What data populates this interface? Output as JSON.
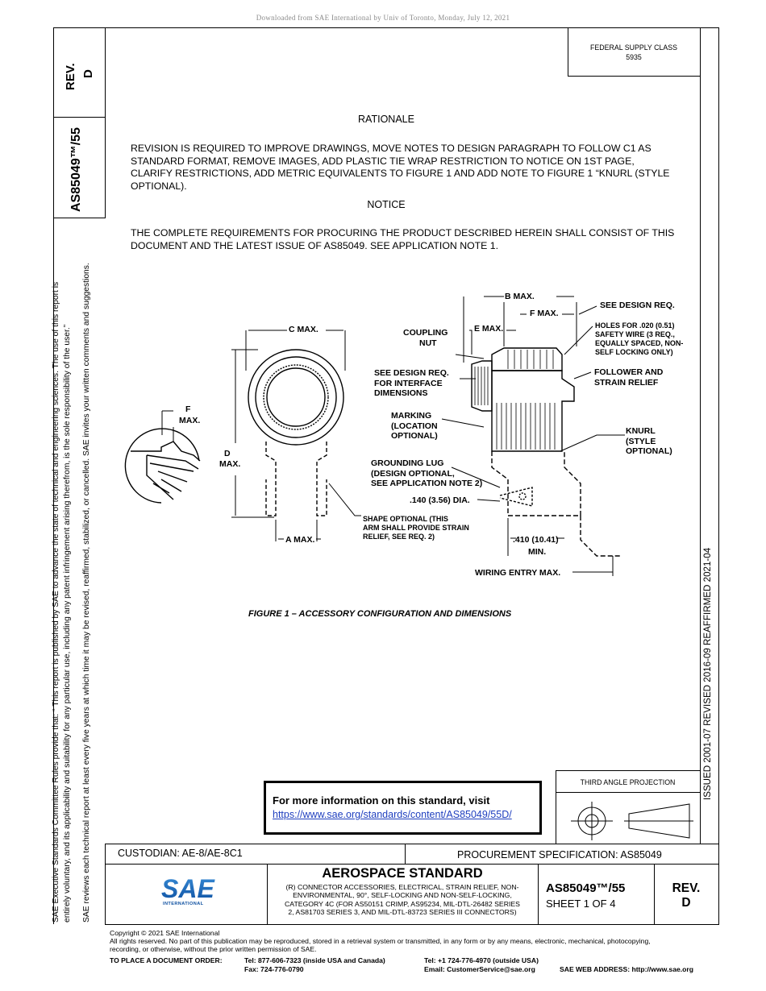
{
  "download_notice": "Downloaded from SAE International by Univ of Toronto, Monday, July 12, 2021",
  "left_margin": {
    "rev_label": "REV.",
    "rev_value": "D",
    "doc_number": "AS85049™/55",
    "policy_line1": "SAE Executive Standards Committee Rules provide that: “  This report is published by SAE to advance the state of technical and engineering sciences. The use of this report is",
    "policy_line2": "entirely voluntary, and its applicability and suitability for any particular use, including any patent infringement arising therefrom, is the sole responsibility of the user.”",
    "policy_line3": "SAE reviews each technical report at least every five years at which time it may be revised, reaffirmed, stabilized, or cancelled. SAE invites your written comments and suggestions."
  },
  "right_margin": {
    "dates": "ISSUED 2001-07     REVISED 2016-09     REAFFIRMED 2021-04"
  },
  "federal_supply": {
    "label": "FEDERAL SUPPLY CLASS",
    "value": "5935"
  },
  "rationale": {
    "heading": "RATIONALE",
    "lines": [
      "REVISION IS REQUIRED TO IMPROVE DRAWINGS, MOVE NOTES TO DESIGN PARAGRAPH TO FOLLOW C1 AS",
      "STANDARD FORMAT, REMOVE IMAGES, ADD PLASTIC TIE WRAP RESTRICTION TO NOTICE ON 1ST PAGE,",
      "CLARIFY RESTRICTIONS, ADD METRIC EQUIVALENTS TO FIGURE 1 AND ADD NOTE TO FIGURE 1 “KNURL (STYLE",
      "OPTIONAL)."
    ]
  },
  "notice": {
    "heading": "NOTICE",
    "lines": [
      "THE COMPLETE REQUIREMENTS FOR PROCURING THE PRODUCT DESCRIBED HEREIN SHALL CONSIST OF THIS",
      "DOCUMENT AND THE LATEST ISSUE OF AS85049.  SEE APPLICATION NOTE 1."
    ]
  },
  "figure": {
    "caption": "FIGURE 1 – ACCESSORY CONFIGURATION AND DIMENSIONS",
    "labels": {
      "c_max": "C MAX.",
      "f_max_left_1": "F",
      "f_max_left_2": "MAX.",
      "d_max_1": "D",
      "d_max_2": "MAX.",
      "a_max": "A MAX.",
      "coupling_nut_1": "COUPLING",
      "coupling_nut_2": "NUT",
      "e_max": "E MAX.",
      "b_max": "B MAX.",
      "f_max_right": "F MAX.",
      "see_design_req": "SEE DESIGN REQ.",
      "holes_1": "HOLES FOR .020 (0.51)",
      "holes_2": "SAFETY WIRE (3 REQ.,",
      "holes_3": "EQUALLY SPACED, NON-",
      "holes_4": "SELF LOCKING ONLY)",
      "see_design_req_iface_1": "SEE DESIGN REQ.",
      "see_design_req_iface_2": "FOR INTERFACE",
      "see_design_req_iface_3": "DIMENSIONS",
      "follower_1": "FOLLOWER AND",
      "follower_2": "STRAIN RELIEF",
      "marking_1": "MARKING",
      "marking_2": "(LOCATION",
      "marking_3": "OPTIONAL)",
      "knurl_1": "KNURL",
      "knurl_2": "(STYLE",
      "knurl_3": "OPTIONAL)",
      "grounding_1": "GROUNDING LUG",
      "grounding_2": "(DESIGN OPTIONAL,",
      "grounding_3": "SEE APPLICATION NOTE 2)",
      "dia": ".140 (3.56) DIA.",
      "shape_1": "SHAPE OPTIONAL (THIS",
      "shape_2": "ARM SHALL PROVIDE STRAIN",
      "shape_3": "RELIEF, SEE REQ. 2)",
      "min_1": ".410 (10.41)",
      "min_2": "MIN.",
      "wiring": "WIRING ENTRY MAX."
    }
  },
  "info_box": {
    "line1": "For more information on this standard, visit",
    "link": "https://www.sae.org/standards/content/AS85049/55D/"
  },
  "projection": {
    "label": "THIRD ANGLE PROJECTION"
  },
  "title_block": {
    "custodian": "CUSTODIAN: AE-8/AE-8C1",
    "procurement": "PROCUREMENT SPECIFICATION: AS85049",
    "standard_title": "AEROSPACE STANDARD",
    "description_lines": [
      "(R) CONNECTOR ACCESSORIES, ELECTRICAL, STRAIN RELIEF, NON-",
      "ENVIRONMENTAL, 90°, SELF-LOCKING AND NON-SELF-LOCKING,",
      "CATEGORY 4C (FOR AS50151 CRIMP, AS95234, MIL-DTL-26482 SERIES",
      "2, AS81703 SERIES 3, AND MIL-DTL-83723 SERIES III CONNECTORS)"
    ],
    "doc_number": "AS85049™/55",
    "sheet": "SHEET 1 OF 4",
    "rev_label": "REV.",
    "rev_value": "D",
    "logo_text": "SAE",
    "logo_sub": "INTERNATIONAL"
  },
  "footer": {
    "copyright": "Copyright © 2021 SAE International",
    "rights_1": "All rights reserved. No part of this publication may be reproduced, stored in a retrieval system or transmitted, in any form or by any means, electronic, mechanical, photocopying,",
    "rights_2": "recording, or otherwise, without the prior written permission of SAE.",
    "order_label": "TO PLACE A DOCUMENT ORDER:",
    "tel_usa": "Tel: 877-606-7323 (inside USA and Canada)",
    "fax": "Fax: 724-776-0790",
    "tel_outside": "Tel: +1 724-776-4970 (outside USA)",
    "email": "Email: CustomerService@sae.org",
    "web": "SAE WEB ADDRESS: http://www.sae.org"
  }
}
